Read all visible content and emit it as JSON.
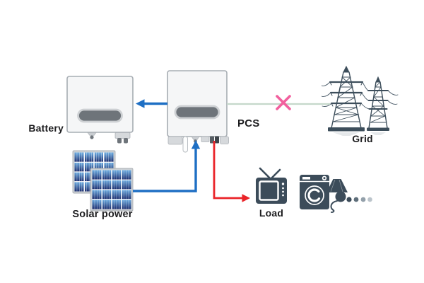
{
  "diagram": {
    "type": "energy-flow-diagram",
    "background": "#ffffff",
    "nodes": {
      "battery": {
        "label": "Battery",
        "kind": "battery-inverter-unit"
      },
      "pcs": {
        "label": "PCS",
        "kind": "power-conversion-system-unit"
      },
      "grid": {
        "label": "Grid",
        "kind": "transmission-towers"
      },
      "solar": {
        "label": "Solar power",
        "kind": "pv-panels",
        "panel_count": 2
      },
      "load": {
        "label": "Load",
        "icons": [
          "tv-icon",
          "washing-machine-icon",
          "table-lamp-icon",
          "ellipsis-dots"
        ]
      }
    },
    "connections": [
      {
        "from": "pcs",
        "to": "battery",
        "style": "arrow",
        "color": "#1e6fc4"
      },
      {
        "from": "solar",
        "to": "pcs",
        "style": "arrow",
        "color": "#1e6fc4"
      },
      {
        "from": "pcs",
        "to": "load",
        "style": "arrow",
        "color": "#ea2328"
      },
      {
        "from": "pcs",
        "to": "grid",
        "style": "line",
        "color": "#c5d8cb",
        "marker": "x-disconnect",
        "marker_color": "#f2609e"
      }
    ],
    "colors": {
      "flow_blue": "#1e6fc4",
      "flow_red": "#ea2328",
      "grid_line_green": "#c5d8cb",
      "disconnect_x_pink": "#f2609e",
      "appliance_slate": "#3c4c5a",
      "device_body": "#f5f6f7",
      "device_border": "#a7adb3",
      "device_display": "#6e747a",
      "panel_blue_light": "#6fb0e4",
      "panel_blue_dark": "#1d2f70",
      "ellipsis_dots": [
        "#3c4c5a",
        "#5e6e7a",
        "#93a0aa",
        "#bbc4cb"
      ]
    }
  }
}
